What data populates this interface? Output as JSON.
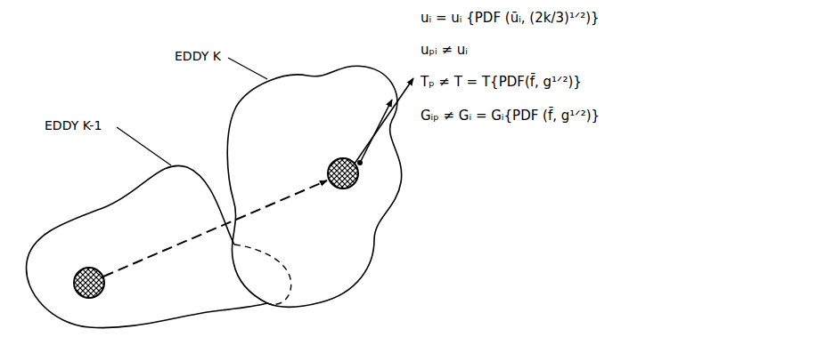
{
  "diagram": {
    "labels": [
      "EDDY K",
      "EDDY K-1",
      "uᵢ = uᵢ {PDF (ūᵢ, (2k/3)¹ᐟ²)}",
      "uₚᵢ ≠ uᵢ",
      "Tₚ ≠ T = T{PDF(f̄, g¹ᐟ²)}",
      "Gᵢₚ ≠ Gᵢ = Gᵢ{PDF (f̄, g¹ᐟ²)}"
    ]
  }
}
